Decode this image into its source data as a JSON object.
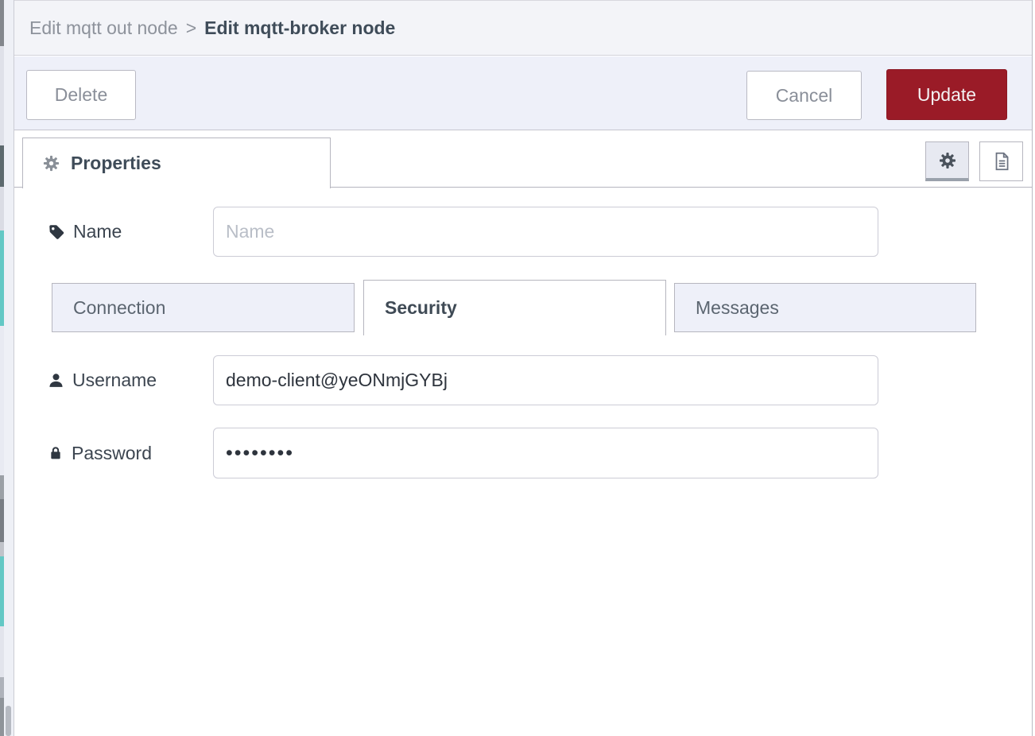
{
  "breadcrumb": {
    "parent": "Edit mqtt out node",
    "separator": ">",
    "current": "Edit mqtt-broker node"
  },
  "toolbar": {
    "delete_label": "Delete",
    "cancel_label": "Cancel",
    "update_label": "Update"
  },
  "tray_tabs": {
    "properties_label": "Properties",
    "properties_icon": "gear-icon",
    "toggle_buttons": [
      {
        "name": "node-settings",
        "icon": "gear-icon",
        "pressed": true
      },
      {
        "name": "node-description",
        "icon": "document-icon",
        "pressed": false
      }
    ]
  },
  "form": {
    "name": {
      "label": "Name",
      "icon": "tag-icon",
      "value": "",
      "placeholder": "Name"
    },
    "tabs": [
      {
        "label": "Connection",
        "active": false
      },
      {
        "label": "Security",
        "active": true
      },
      {
        "label": "Messages",
        "active": false
      }
    ],
    "username": {
      "label": "Username",
      "icon": "user-icon",
      "value": "demo-client@yeONmjGYBj",
      "placeholder": ""
    },
    "password": {
      "label": "Password",
      "icon": "lock-icon",
      "value": "••••••••",
      "placeholder": ""
    }
  },
  "colors": {
    "update_button": "#9a1b27",
    "toolbar_bg": "#eef0f9",
    "inactive_tab_bg": "#eef0f9",
    "active_text": "#3f4c59",
    "muted_text": "#8d929b",
    "palette_node_teal": "#63c8c5"
  }
}
